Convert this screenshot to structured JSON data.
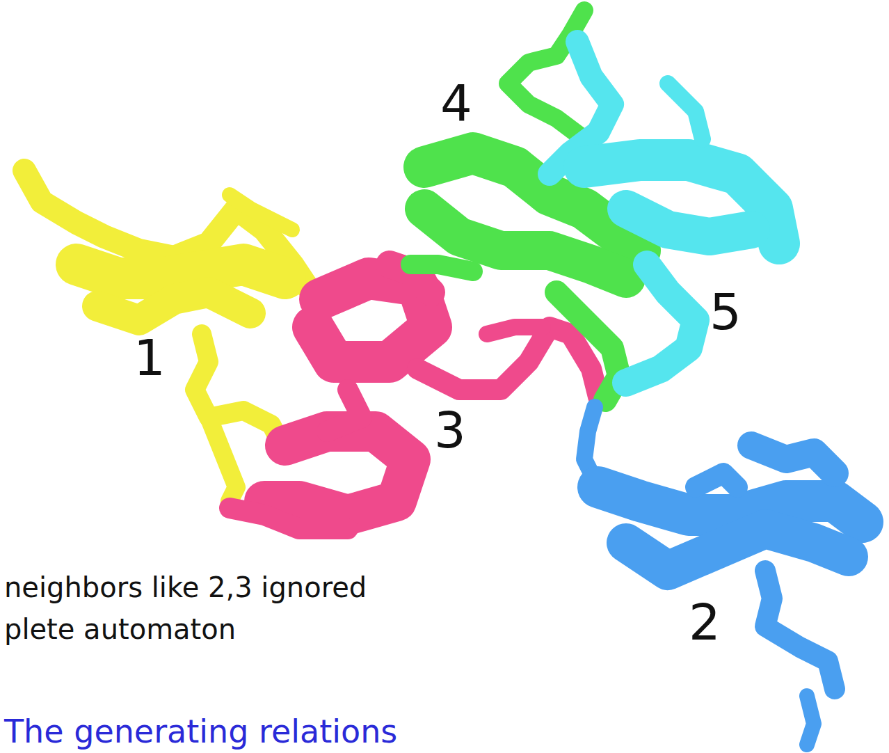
{
  "diagram": {
    "labels": [
      "4",
      "1",
      "3",
      "5",
      "2",
      "neighbors like 2,3 ignored",
      "plete automaton",
      "The generating relations"
    ]
  }
}
